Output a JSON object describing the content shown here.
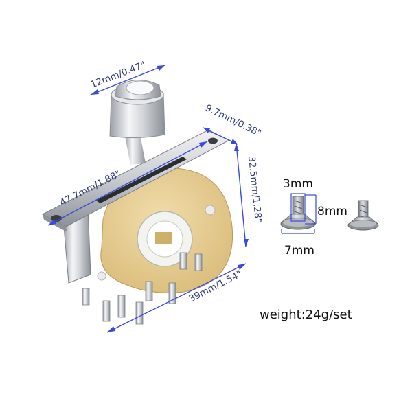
{
  "labels": {
    "button_diameter": "12mm/0.47\"",
    "plate_width": "9.7mm/0.38\"",
    "plate_length": "47.7mm/1.88\"",
    "body_height": "32.5mm/1.28\"",
    "body_width": "39mm/1.54\"",
    "screw_head": "3mm",
    "screw_length": "8mm",
    "screw_diameter": "7mm",
    "weight": "weight:24g/set"
  },
  "colors": {
    "arrow": "#3a4ad8",
    "dimension_text": "#2e3a7a",
    "wafer": "#e9d29c",
    "chrome": "#c8cbd0"
  }
}
